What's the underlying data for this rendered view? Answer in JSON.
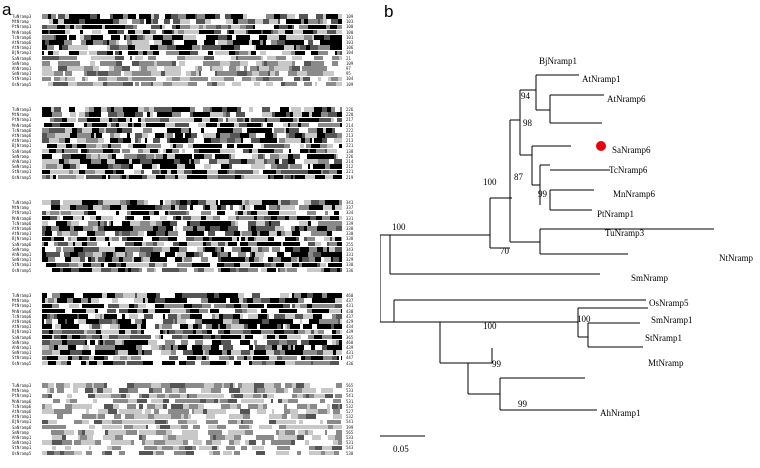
{
  "panel_a": {
    "label": "a",
    "sequences": [
      "TuNramp3",
      "MtNramp",
      "PtNramp1",
      "MnNramp6",
      "TcNramp6",
      "AtNramp6",
      "AtNramp1",
      "BjNramp1",
      "SaNramp6",
      "SmNramp",
      "AhNramp1",
      "SmNramp1",
      "StNramp1",
      "OsNramp5"
    ],
    "blocks": [
      {
        "ends": [
          109,
          103,
          100,
          100,
          101,
          103,
          106,
          104,
          21,
          109,
          97,
          95,
          104,
          109
        ]
      },
      {
        "ends": [
          226,
          220,
          217,
          214,
          222,
          213,
          213,
          221,
          138,
          226,
          214,
          212,
          221,
          219
        ]
      },
      {
        "ends": [
          343,
          337,
          334,
          331,
          339,
          330,
          330,
          338,
          255,
          343,
          331,
          329,
          338,
          336
        ]
      },
      {
        "ends": [
          460,
          437,
          431,
          430,
          437,
          429,
          434,
          439,
          365,
          460,
          439,
          431,
          447,
          436
        ]
      },
      {
        "ends": [
          565,
          533,
          541,
          531,
          532,
          527,
          532,
          541,
          399,
          565,
          533,
          531,
          543,
          538
        ]
      }
    ]
  },
  "panel_b": {
    "label": "b",
    "leaves": [
      "BjNramp1",
      "AtNramp1",
      "AtNramp6",
      "SaNramp6",
      "TcNramp6",
      "MnNramp6",
      "PtNramp1",
      "TuNramp3",
      "NtNramp",
      "SmNramp",
      "OsNramp5",
      "SmNramp1",
      "StNramp1",
      "MtNramp",
      "AhNramp1"
    ],
    "bootstrap": [
      "94",
      "98",
      "87",
      "99",
      "100",
      "70",
      "100",
      "100",
      "100",
      "99",
      "99"
    ],
    "scale_label": "0.05",
    "highlight_color": "#e8000b"
  }
}
